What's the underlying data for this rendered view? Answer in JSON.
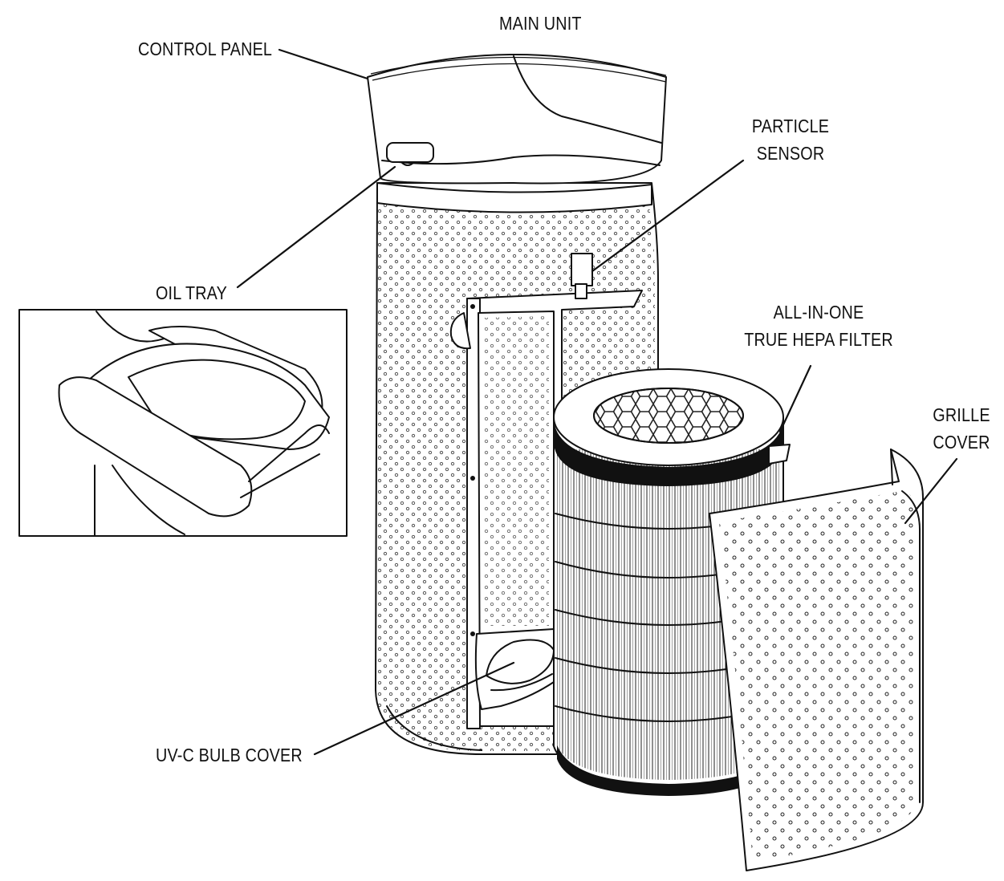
{
  "labels": {
    "main_unit": "MAIN UNIT",
    "control_panel": "CONTROL PANEL",
    "particle_sensor_line1": "PARTICLE",
    "particle_sensor_line2": "SENSOR",
    "oil_tray": "OIL TRAY",
    "hepa_filter_line1": "ALL-IN-ONE",
    "hepa_filter_line2": "TRUE HEPA FILTER",
    "grille_cover_line1": "GRILLE",
    "grille_cover_line2": "COVER",
    "uvc_bulb_cover": "UV-C BULB COVER"
  },
  "colors": {
    "line": "#111111",
    "background": "#ffffff"
  }
}
